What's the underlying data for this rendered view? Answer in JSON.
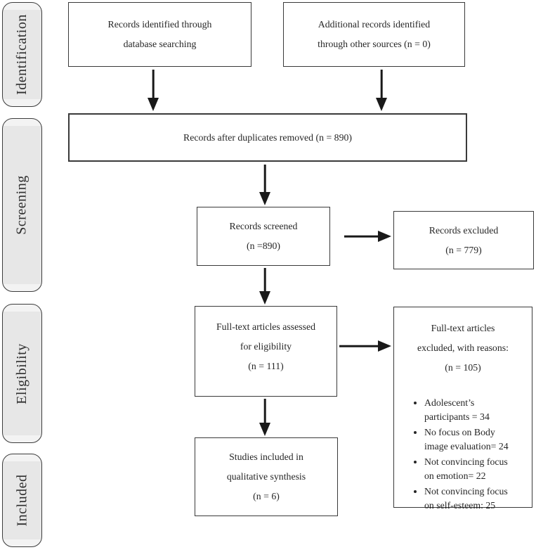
{
  "meta": {
    "diagram_type": "prisma-flow-diagram",
    "colors": {
      "box_border": "#3a3a3a",
      "box_fill": "#ffffff",
      "sidebar_fill": "#e9e9e9",
      "arrow": "#191919",
      "text": "#262626"
    }
  },
  "sidebar": {
    "items": [
      {
        "label": "Identification"
      },
      {
        "label": "Screening"
      },
      {
        "label": "Eligibility"
      },
      {
        "label": "Included"
      }
    ]
  },
  "boxes": {
    "db_search": {
      "lines": [
        "Records identified through",
        "database searching"
      ]
    },
    "other_sources": {
      "lines": [
        "Additional records identified",
        "through other sources (n = 0)"
      ]
    },
    "duplicates_removed": {
      "lines": [
        "Records after duplicates removed (n = 890)"
      ]
    },
    "screened": {
      "lines": [
        "Records screened",
        "(n =890)"
      ]
    },
    "records_excluded": {
      "lines": [
        "Records excluded",
        "(n = 779)"
      ]
    },
    "fulltext_assessed": {
      "lines": [
        "Full-text articles assessed",
        "for eligibility",
        "(n = 111)"
      ]
    },
    "fulltext_excluded": {
      "lines": [
        "Full-text articles",
        "excluded, with reasons:",
        "(n = 105)"
      ],
      "bullets": [
        "Adolescent’s participants = 34",
        "No focus on Body image evaluation= 24",
        "Not convincing focus on emotion= 22",
        "Not convincing focus on self-esteem: 25"
      ]
    },
    "included_studies": {
      "lines": [
        "Studies included in",
        "qualitative synthesis",
        "(n = 6)"
      ]
    }
  }
}
